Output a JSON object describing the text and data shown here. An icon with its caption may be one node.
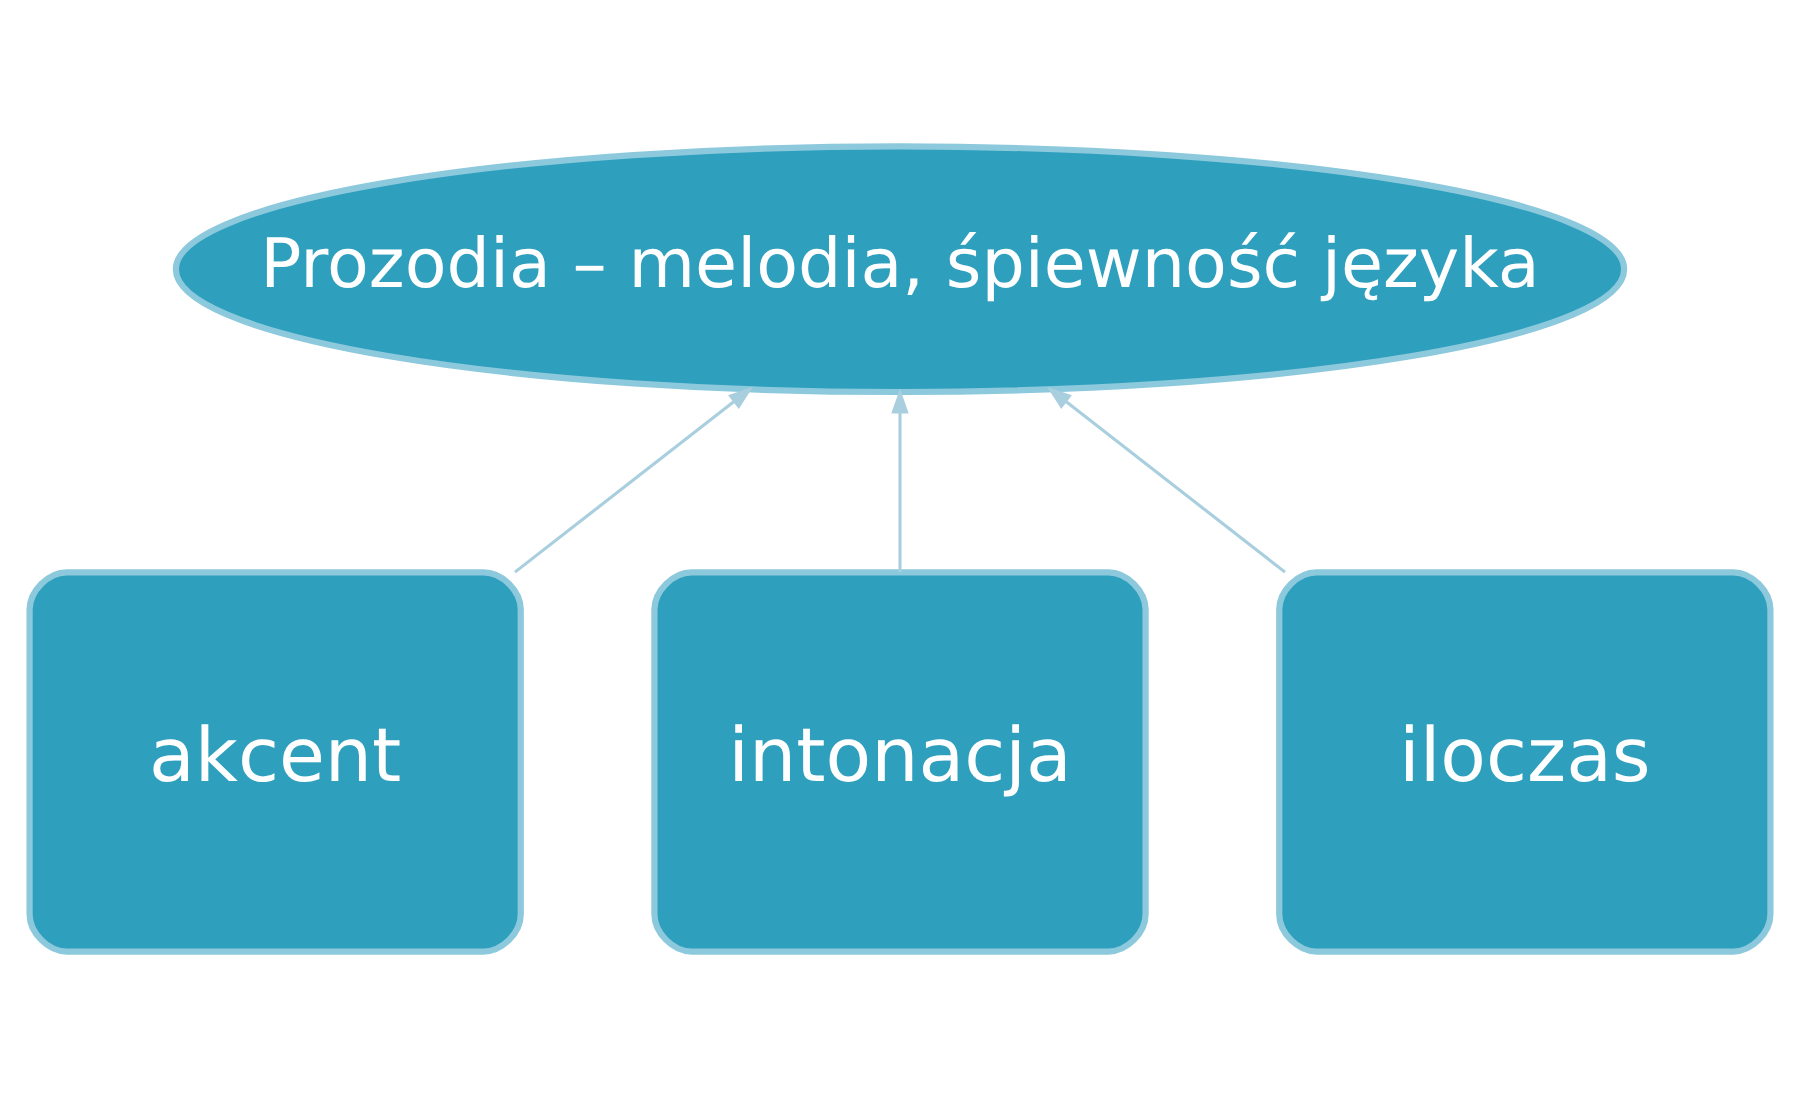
{
  "diagram": {
    "nodes": [
      {
        "text": [
          "Prozodia – melodia, śpiewność języka"
        ]
      },
      {
        "text": [
          "akcent"
        ]
      },
      {
        "text": [
          "intonacja"
        ]
      },
      {
        "text": [
          "iloczas"
        ]
      }
    ],
    "edges": [
      {
        "from": 1,
        "to": 0,
        "arrow": "to"
      },
      {
        "from": 2,
        "to": 0,
        "arrow": "to"
      },
      {
        "from": 3,
        "to": 0,
        "arrow": "to"
      }
    ]
  }
}
